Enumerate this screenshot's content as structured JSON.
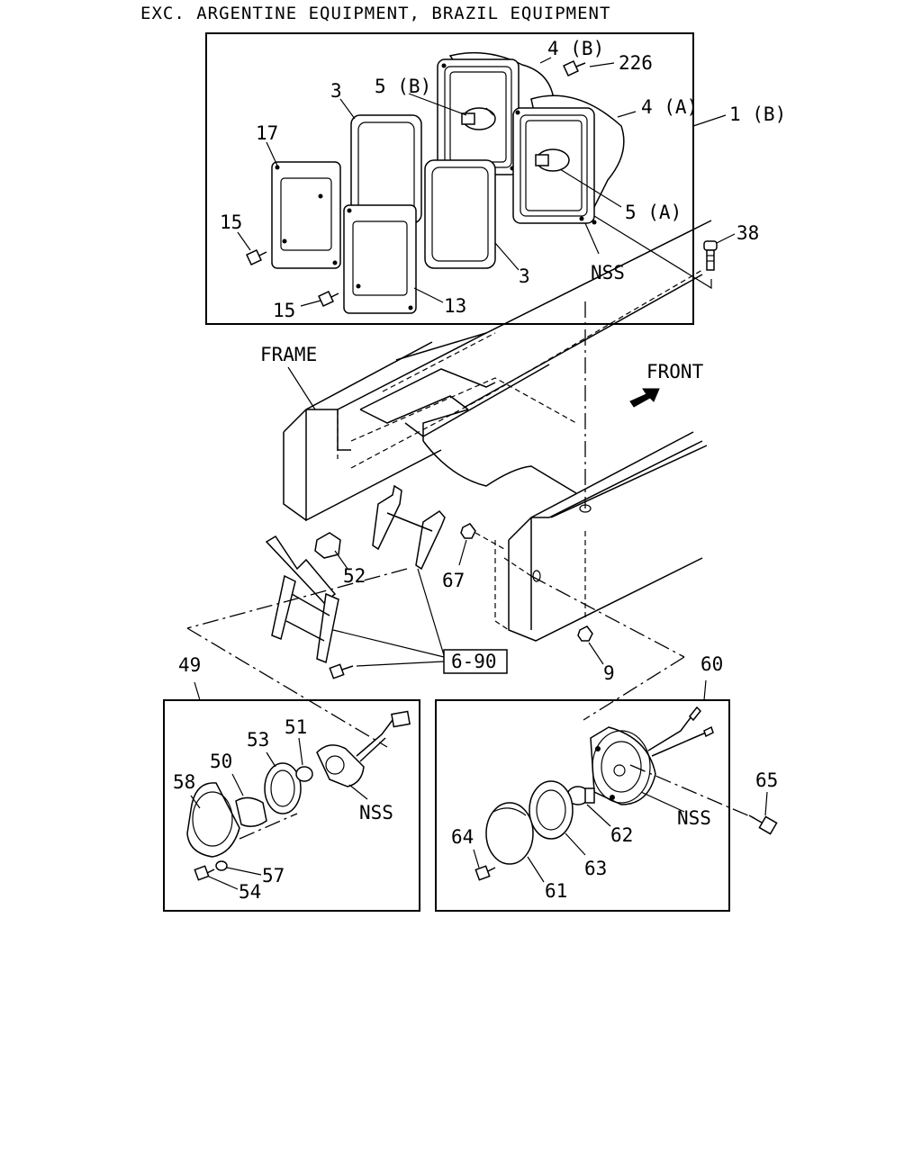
{
  "title": "EXC. ARGENTINE EQUIPMENT, BRAZIL EQUIPMENT",
  "labels": {
    "frame": "FRAME",
    "front": "FRONT",
    "p1b": "1 (B)",
    "p3a": "3",
    "p3b": "3",
    "p4a": "4 (A)",
    "p4b": "4 (B)",
    "p5a": "5 (A)",
    "p5b": "5 (B)",
    "p13": "13",
    "p15a": "15",
    "p15b": "15",
    "p17": "17",
    "p226": "226",
    "p38": "38",
    "nss1": "NSS",
    "p52": "52",
    "p67": "67",
    "p690": "6-90",
    "p9": "9",
    "p49": "49",
    "p60": "60",
    "p51": "51",
    "p53": "53",
    "p50": "50",
    "p58": "58",
    "nss2": "NSS",
    "p57": "57",
    "p54": "54",
    "p65": "65",
    "nss3": "NSS",
    "p62": "62",
    "p64": "64",
    "p63": "63",
    "p61": "61"
  }
}
